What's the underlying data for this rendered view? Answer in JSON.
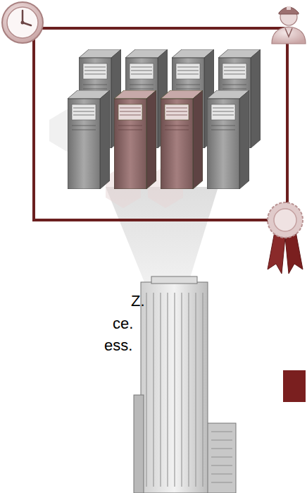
{
  "diagram": {
    "labels": [
      "Z.",
      "ce.",
      "ess."
    ]
  }
}
